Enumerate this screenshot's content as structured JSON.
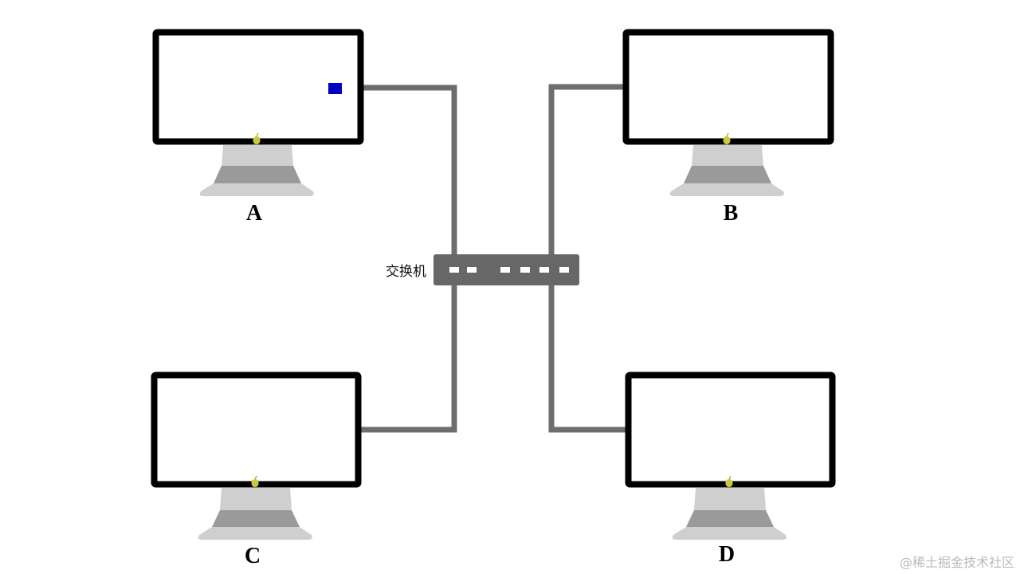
{
  "switch": {
    "label": "交换机",
    "ports": 6
  },
  "computers": [
    {
      "id": "A",
      "label": "A",
      "highlight": true
    },
    {
      "id": "B",
      "label": "B",
      "highlight": false
    },
    {
      "id": "C",
      "label": "C",
      "highlight": false
    },
    {
      "id": "D",
      "label": "D",
      "highlight": false
    }
  ],
  "watermark": "@稀土掘金技术社区",
  "colors": {
    "cable": "#6d6d6d",
    "switch_body": "#676767",
    "monitor_frame": "#000000",
    "stand_light": "#cfcfcf",
    "stand_dark": "#9a9a9a",
    "packet": "#0000c0",
    "apple_logo": "#c9c93c"
  }
}
